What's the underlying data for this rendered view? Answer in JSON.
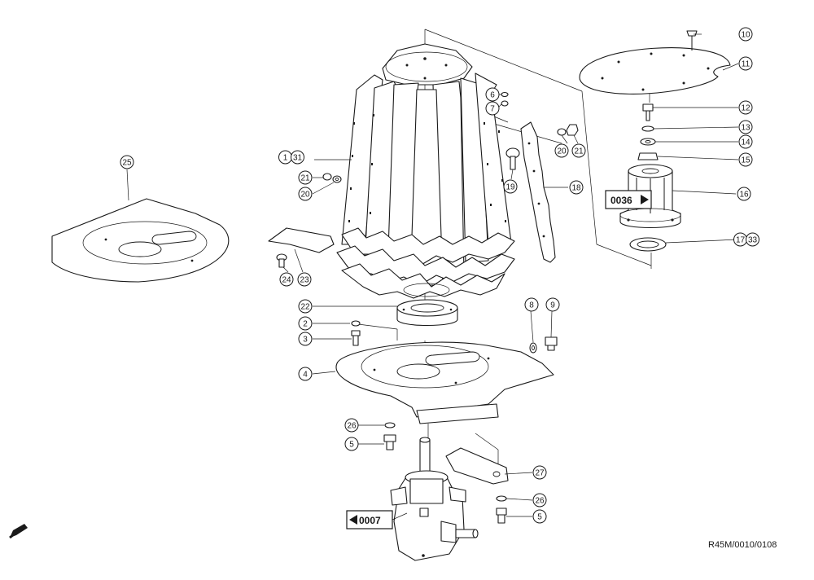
{
  "diagram": {
    "drawing_code": "R45M/0010/0108",
    "references": [
      {
        "id": "ref-0036",
        "label": "0036",
        "direction": "right"
      },
      {
        "id": "ref-0007",
        "label": "0007",
        "direction": "left"
      }
    ],
    "callouts": [
      {
        "id": "c1",
        "labels": [
          "1",
          "31"
        ]
      },
      {
        "id": "c2",
        "labels": [
          "2"
        ]
      },
      {
        "id": "c3",
        "labels": [
          "3"
        ]
      },
      {
        "id": "c4",
        "labels": [
          "4"
        ]
      },
      {
        "id": "c5a",
        "labels": [
          "5"
        ]
      },
      {
        "id": "c5b",
        "labels": [
          "5"
        ]
      },
      {
        "id": "c6",
        "labels": [
          "6"
        ]
      },
      {
        "id": "c7",
        "labels": [
          "7"
        ]
      },
      {
        "id": "c8",
        "labels": [
          "8"
        ]
      },
      {
        "id": "c9",
        "labels": [
          "9"
        ]
      },
      {
        "id": "c10",
        "labels": [
          "10"
        ]
      },
      {
        "id": "c11",
        "labels": [
          "11"
        ]
      },
      {
        "id": "c12",
        "labels": [
          "12"
        ]
      },
      {
        "id": "c13",
        "labels": [
          "13"
        ]
      },
      {
        "id": "c14",
        "labels": [
          "14"
        ]
      },
      {
        "id": "c15",
        "labels": [
          "15"
        ]
      },
      {
        "id": "c16",
        "labels": [
          "16"
        ]
      },
      {
        "id": "c17",
        "labels": [
          "17",
          "33"
        ]
      },
      {
        "id": "c18",
        "labels": [
          "18"
        ]
      },
      {
        "id": "c19",
        "labels": [
          "19"
        ]
      },
      {
        "id": "c20a",
        "labels": [
          "20"
        ]
      },
      {
        "id": "c21a",
        "labels": [
          "21"
        ]
      },
      {
        "id": "c20b",
        "labels": [
          "20"
        ]
      },
      {
        "id": "c21b",
        "labels": [
          "21"
        ]
      },
      {
        "id": "c22",
        "labels": [
          "22"
        ]
      },
      {
        "id": "c23",
        "labels": [
          "23"
        ]
      },
      {
        "id": "c24",
        "labels": [
          "24"
        ]
      },
      {
        "id": "c25",
        "labels": [
          "25"
        ]
      },
      {
        "id": "c26a",
        "labels": [
          "26"
        ]
      },
      {
        "id": "c26b",
        "labels": [
          "26"
        ]
      },
      {
        "id": "c27",
        "labels": [
          "27"
        ]
      }
    ]
  }
}
